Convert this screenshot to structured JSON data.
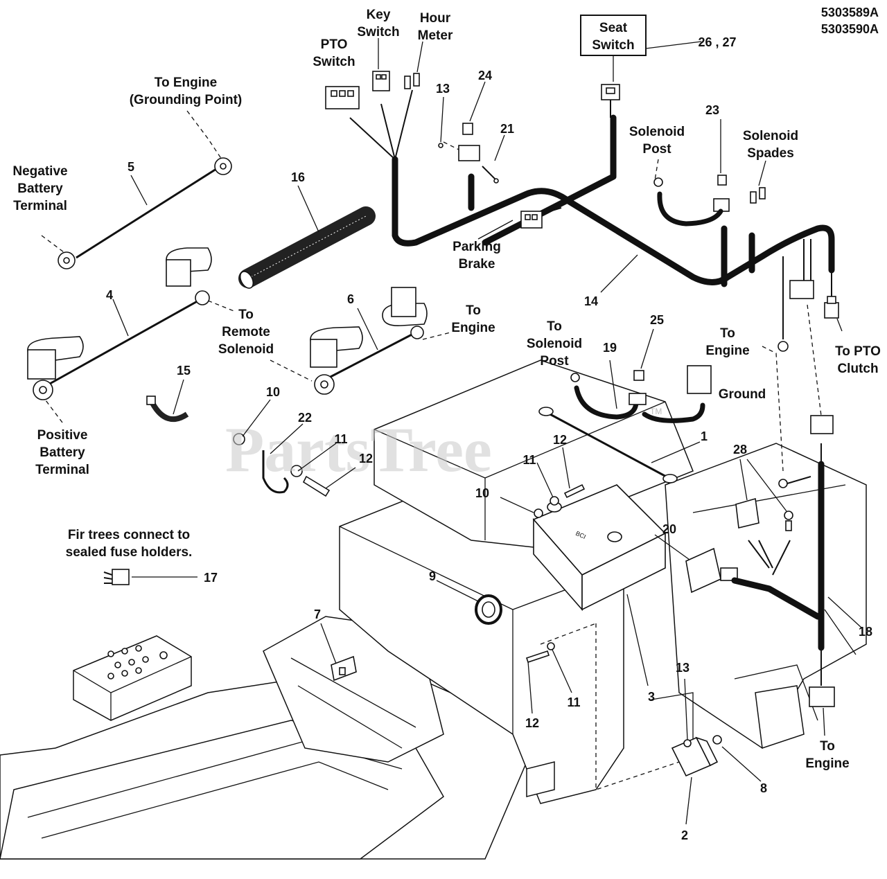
{
  "drawing_codes": [
    "5303589A",
    "5303590A"
  ],
  "watermark": "PartsTree",
  "watermark_tm": "TM",
  "labels": {
    "to_engine_ground": "To Engine\n(Grounding Point)",
    "negative_battery": "Negative\nBattery\nTerminal",
    "positive_battery": "Positive\nBattery\nTerminal",
    "to_remote_solenoid": "To\nRemote\nSolenoid",
    "to_engine_6": "To\nEngine",
    "pto_switch": "PTO\nSwitch",
    "key_switch": "Key\nSwitch",
    "hour_meter": "Hour\nMeter",
    "seat_switch": "Seat\nSwitch",
    "solenoid_post": "Solenoid\nPost",
    "solenoid_spades": "Solenoid\nSpades",
    "parking_brake": "Parking\nBrake",
    "to_solenoid_post": "To\nSolenoid\nPost",
    "to_engine_19": "To\nEngine",
    "to_pto_clutch": "To PTO\nClutch",
    "ground": "Ground",
    "fir_trees": "Fir trees connect to\nsealed fuse holders.",
    "to_engine_18": "To\nEngine"
  },
  "callouts": {
    "n1": "1",
    "n2": "2",
    "n3": "3",
    "n4": "4",
    "n5": "5",
    "n6": "6",
    "n7": "7",
    "n8": "8",
    "n9": "9",
    "n10a": "10",
    "n10b": "10",
    "n11a": "11",
    "n11b": "11",
    "n11c": "11",
    "n12a": "12",
    "n12b": "12",
    "n12c": "12",
    "n13a": "13",
    "n13b": "13",
    "n14": "14",
    "n15": "15",
    "n16": "16",
    "n17": "17",
    "n18": "18",
    "n19": "19",
    "n20": "20",
    "n21": "21",
    "n22": "22",
    "n23": "23",
    "n24": "24",
    "n25": "25",
    "n2627": "26 , 27",
    "n28": "28"
  },
  "battery_label": "BCI"
}
